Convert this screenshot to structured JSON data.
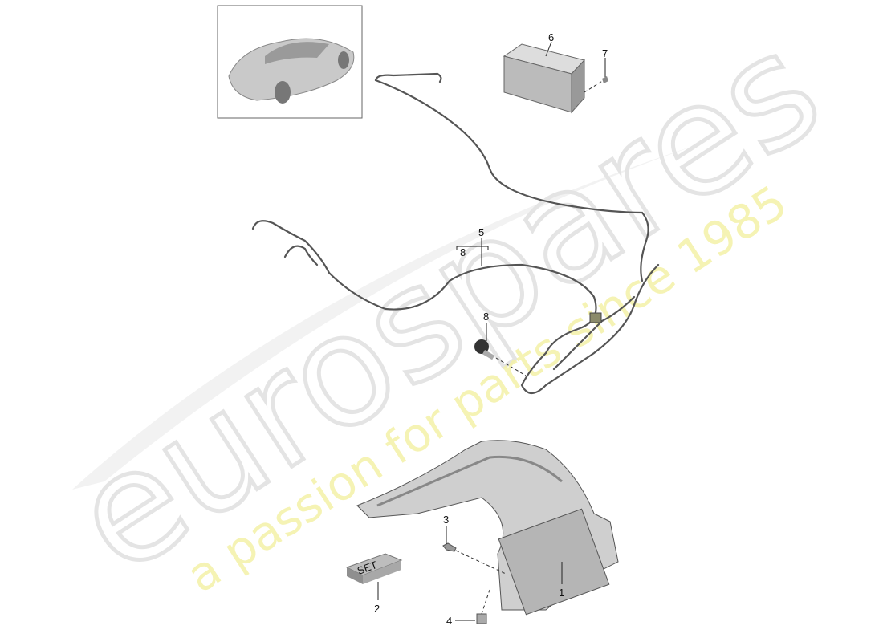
{
  "watermark": {
    "brand": "eurospares",
    "tagline": "a passion for parts since 1985",
    "brand_color": "#e6e6e6",
    "tagline_color": "#f3f0a0"
  },
  "thumbnail": {
    "subject": "car-overview"
  },
  "set_box": {
    "text": "SET"
  },
  "callouts": [
    {
      "id": "callout-1",
      "label": "1"
    },
    {
      "id": "callout-2",
      "label": "2"
    },
    {
      "id": "callout-3",
      "label": "3"
    },
    {
      "id": "callout-4",
      "label": "4"
    },
    {
      "id": "callout-5",
      "label": "5"
    },
    {
      "id": "callout-5-sub-8",
      "label": "8"
    },
    {
      "id": "callout-6",
      "label": "6"
    },
    {
      "id": "callout-7",
      "label": "7"
    },
    {
      "id": "callout-8",
      "label": "8"
    }
  ]
}
